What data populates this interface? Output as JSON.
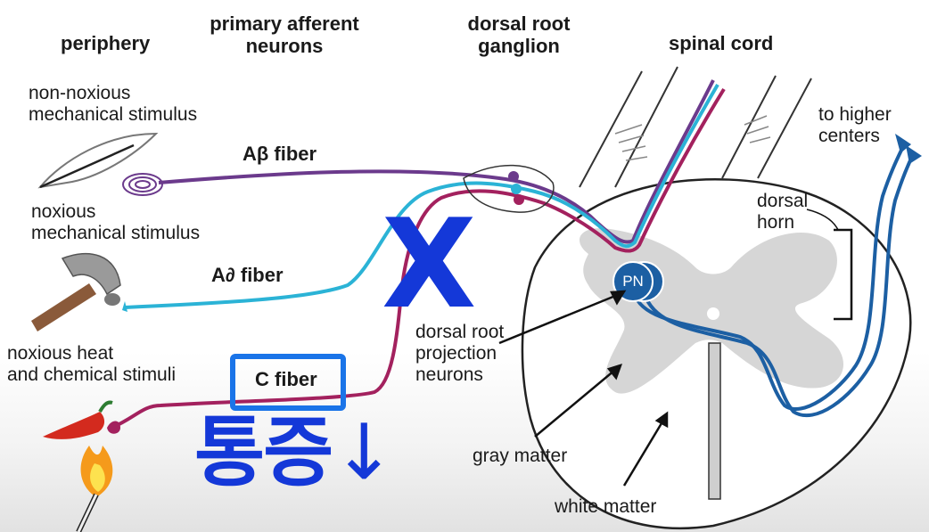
{
  "headers": {
    "periphery": "periphery",
    "primary_afferent": [
      "primary afferent",
      "neurons"
    ],
    "dorsal_root_ganglion": [
      "dorsal root",
      "ganglion"
    ],
    "spinal_cord": "spinal cord"
  },
  "stimuli": {
    "non_noxious": [
      "non-noxious",
      "mechanical stimulus"
    ],
    "noxious_mech": [
      "noxious",
      "mechanical stimulus"
    ],
    "noxious_heat": [
      "noxious heat",
      "and chemical stimuli"
    ]
  },
  "fibers": {
    "a_beta": "Aβ fiber",
    "a_delta": "A∂ fiber",
    "c_fiber": "C fiber"
  },
  "labels": {
    "projection_neurons": [
      "dorsal root",
      "projection",
      "neurons"
    ],
    "gray_matter": "gray matter",
    "white_matter": "white matter",
    "dorsal_horn": [
      "dorsal",
      "horn"
    ],
    "higher_centers": [
      "to higher",
      "centers"
    ],
    "pn": "PN"
  },
  "overlay": {
    "x_mark": "X",
    "korean_text": "통증",
    "arrow": "↓"
  },
  "colors": {
    "a_beta": "#6b3a8c",
    "a_delta": "#2bb3d6",
    "c_fiber": "#a3215e",
    "projection": "#1c5fa3",
    "gray_matter": "#d6d6d6",
    "overlay_blue": "#1438d8",
    "highlight_box": "#1a74e8"
  },
  "icons": [
    "feather-icon",
    "hammer-icon",
    "chili-pepper-icon",
    "torch-flame-icon"
  ]
}
